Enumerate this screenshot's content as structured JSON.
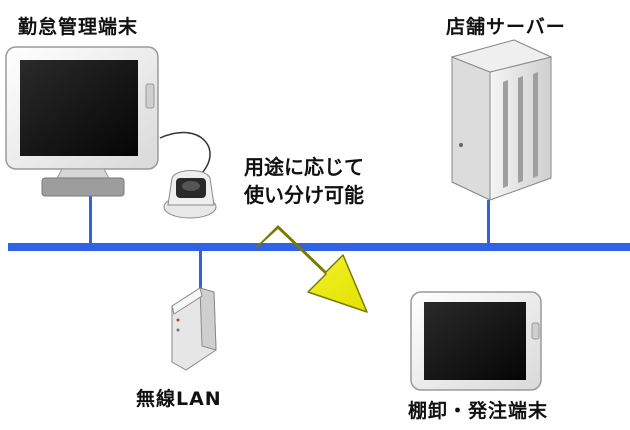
{
  "labels": {
    "attendance_terminal": "勤怠管理端末",
    "store_server": "店舗サーバー",
    "usage_note_line1": "用途に応じて",
    "usage_note_line2": "使い分け可能",
    "wireless_lan": "無線LAN",
    "inventory_terminal": "棚卸・発注端末"
  },
  "colors": {
    "network_line": "#2f62e6",
    "arrow_fill": "#f6f712",
    "arrow_stroke": "#7a7a00",
    "device_shell": "#f3f3f3",
    "screen": "#121212"
  },
  "icons": {
    "attendance_terminal": "monitor-icon",
    "fingerprint_reader": "fingerprint-reader-icon",
    "store_server": "server-tower-icon",
    "wireless_lan": "wireless-router-icon",
    "inventory_terminal": "tablet-icon",
    "flow_arrow": "arrow-down-right-icon"
  }
}
